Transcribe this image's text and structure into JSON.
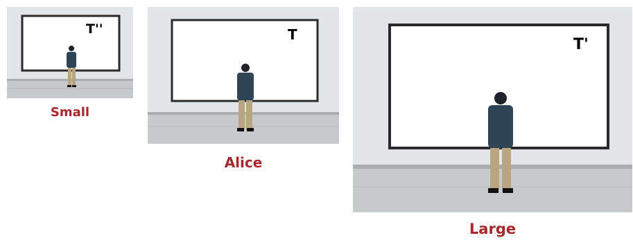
{
  "panels": [
    {
      "id": "small",
      "caption": "Small",
      "frame_label": "T''"
    },
    {
      "id": "alice",
      "caption": "Alice",
      "frame_label": "T"
    },
    {
      "id": "large",
      "caption": "Large",
      "frame_label": "T'"
    }
  ],
  "colors": {
    "wall": "#e2e6e9",
    "floor": "#c3c7c7",
    "frame": "#2a2a2a",
    "canvas": "#ffffff",
    "jacket": "#2f4454",
    "pants": "#b9a580",
    "caption": "#a8272d"
  }
}
